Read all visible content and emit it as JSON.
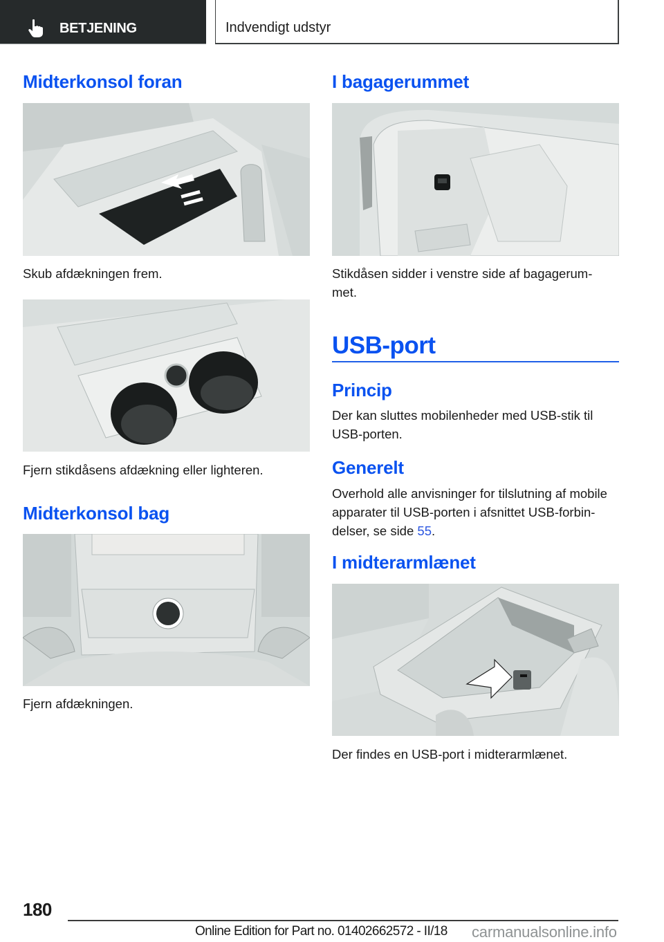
{
  "header": {
    "chapter_icon": "pointing-hand-icon",
    "chapter": "BETJENING",
    "section": "Indvendigt udstyr",
    "chapter_bg_color": "#262a2b"
  },
  "left_column": {
    "heading_front": "Midterkonsol foran",
    "figure1_alt": "Center console front: cover with push-forward arrow",
    "caption1": "Skub afdækningen frem.",
    "figure2_alt": "Center console front: cupholders with socket cover/lighter",
    "caption2": "Fjern stikdåsens afdækning eller lighteren.",
    "heading_rear": "Midterkonsol bag",
    "figure3_alt": "Rear center console with socket",
    "caption3": "Fjern afdækningen."
  },
  "right_column": {
    "heading_trunk": "I bagagerummet",
    "figure4_alt": "Luggage compartment with socket on left side",
    "caption4": "Stikdåsen sidder i venstre side af bagagerum-met.",
    "caption4_line1": "Stikdåsen sidder i venstre side af bagagerum-",
    "caption4_line2": "met.",
    "section_title": "USB-port",
    "sub_principle": "Princip",
    "principle_line1": "Der kan sluttes mobilenheder med USB-stik til",
    "principle_line2": "USB-porten.",
    "sub_general": "Generelt",
    "general_line1": "Overhold alle anvisninger for tilslutning af mobile",
    "general_line2": "apparater til USB-porten i afsnittet USB-forbin-",
    "general_line3_pre": "delser, se side ",
    "general_link": "55",
    "general_line3_post": ".",
    "sub_armrest": "I midterarmlænet",
    "figure5_alt": "Center armrest compartment with USB port and arrow",
    "caption5": "Der findes en USB-port i midterarmlænet."
  },
  "footer": {
    "page_number": "180",
    "edition": "Online Edition for Part no. 01402662572 - II/18",
    "watermark": "carmanualsonline.info"
  },
  "colors": {
    "heading_blue": "#0a52f0",
    "link_blue": "#2a55e0",
    "text": "#1a1a1a",
    "figure_gray": "#d9dedd"
  }
}
